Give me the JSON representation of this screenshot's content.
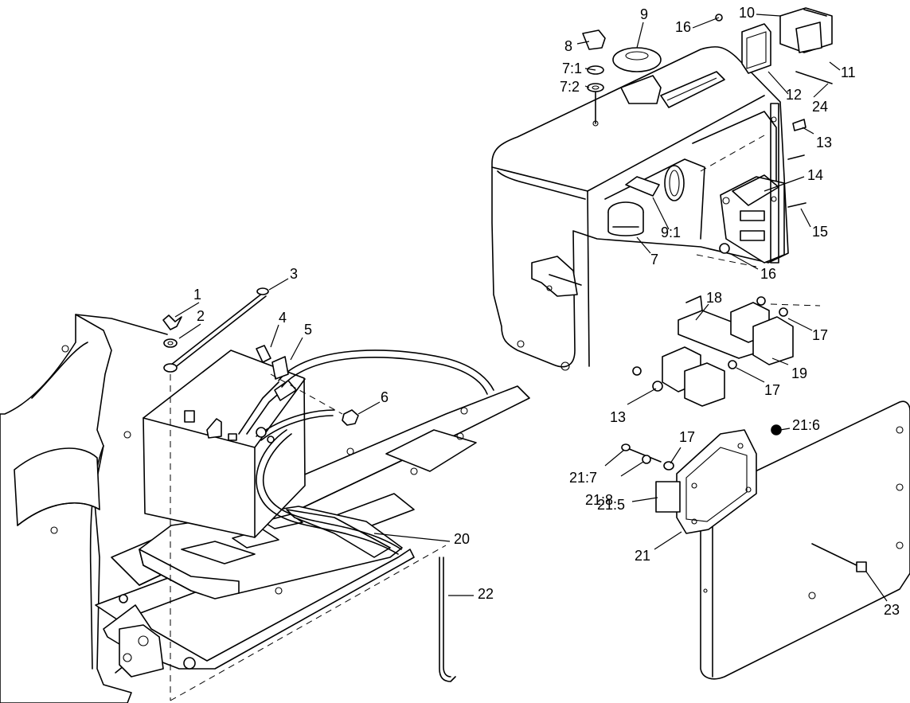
{
  "diagram": {
    "callouts": [
      {
        "id": "c1",
        "text": "1"
      },
      {
        "id": "c2",
        "text": "2"
      },
      {
        "id": "c3",
        "text": "3"
      },
      {
        "id": "c4",
        "text": "4"
      },
      {
        "id": "c5",
        "text": "5"
      },
      {
        "id": "c6",
        "text": "6"
      },
      {
        "id": "c7",
        "text": "7"
      },
      {
        "id": "c7_1",
        "text": "7:1"
      },
      {
        "id": "c7_2",
        "text": "7:2"
      },
      {
        "id": "c8",
        "text": "8"
      },
      {
        "id": "c9",
        "text": "9"
      },
      {
        "id": "c9_1",
        "text": "9:1"
      },
      {
        "id": "c10",
        "text": "10"
      },
      {
        "id": "c11",
        "text": "11"
      },
      {
        "id": "c12",
        "text": "12"
      },
      {
        "id": "c13a",
        "text": "13"
      },
      {
        "id": "c13b",
        "text": "13"
      },
      {
        "id": "c14",
        "text": "14"
      },
      {
        "id": "c15",
        "text": "15"
      },
      {
        "id": "c16a",
        "text": "16"
      },
      {
        "id": "c16b",
        "text": "16"
      },
      {
        "id": "c17a",
        "text": "17"
      },
      {
        "id": "c17b",
        "text": "17"
      },
      {
        "id": "c17c",
        "text": "17"
      },
      {
        "id": "c18",
        "text": "18"
      },
      {
        "id": "c19",
        "text": "19"
      },
      {
        "id": "c20",
        "text": "20"
      },
      {
        "id": "c21",
        "text": "21"
      },
      {
        "id": "c21_5",
        "text": "21:5"
      },
      {
        "id": "c21_6",
        "text": "21:6"
      },
      {
        "id": "c21_7",
        "text": "21:7"
      },
      {
        "id": "c21_8",
        "text": "21:8"
      },
      {
        "id": "c22",
        "text": "22"
      },
      {
        "id": "c23",
        "text": "23"
      },
      {
        "id": "c24",
        "text": "24"
      }
    ]
  }
}
